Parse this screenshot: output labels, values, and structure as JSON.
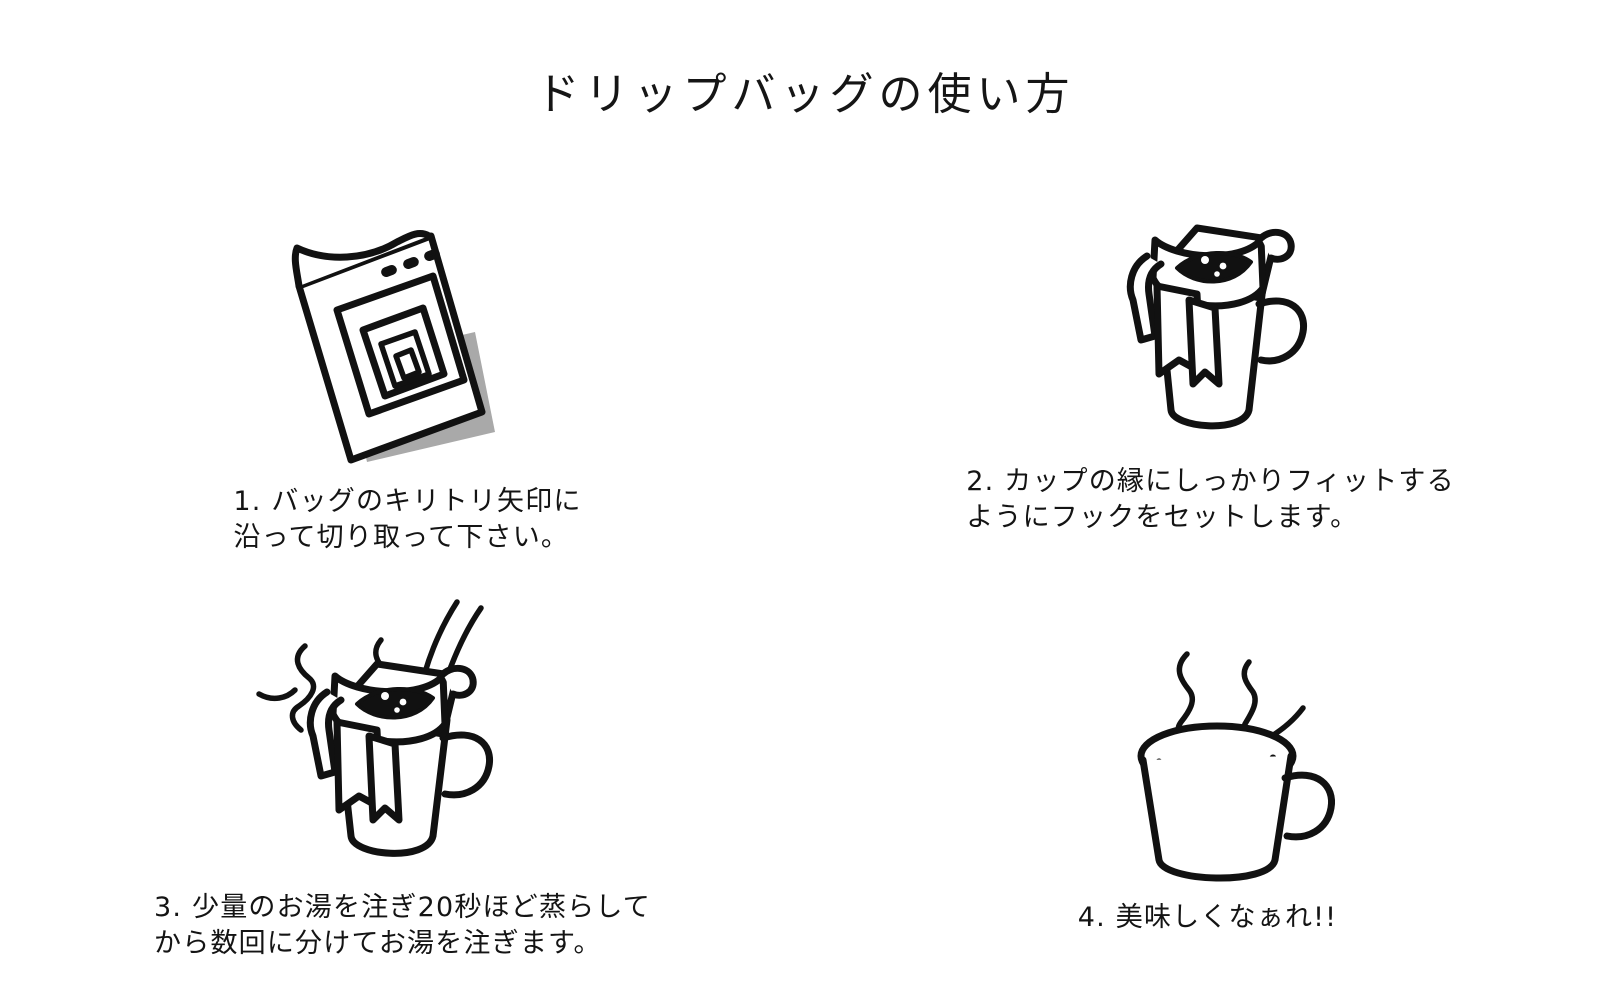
{
  "page": {
    "title": "ドリップバッグの使い方",
    "background_color": "#ffffff",
    "ink_color": "#111111",
    "shade_color": "#a9a9a9"
  },
  "steps": [
    {
      "number": "1.",
      "caption": "1. バッグのキリトリ矢印に\n沿って切り取って下さい。",
      "illustration": "drip-bag-package-torn-open"
    },
    {
      "number": "2.",
      "caption": "2. カップの縁にしっかりフィットする\nようにフックをセットします。",
      "illustration": "drip-bag-hooked-on-mug"
    },
    {
      "number": "3.",
      "caption": "3. 少量のお湯を注ぎ20秒ほど蒸らして\nから数回に分けてお湯を注ぎます。",
      "illustration": "pouring-hot-water-into-drip-bag"
    },
    {
      "number": "4.",
      "caption": "4. 美味しくなぁれ!!",
      "illustration": "finished-mug-of-coffee-with-steam"
    }
  ]
}
